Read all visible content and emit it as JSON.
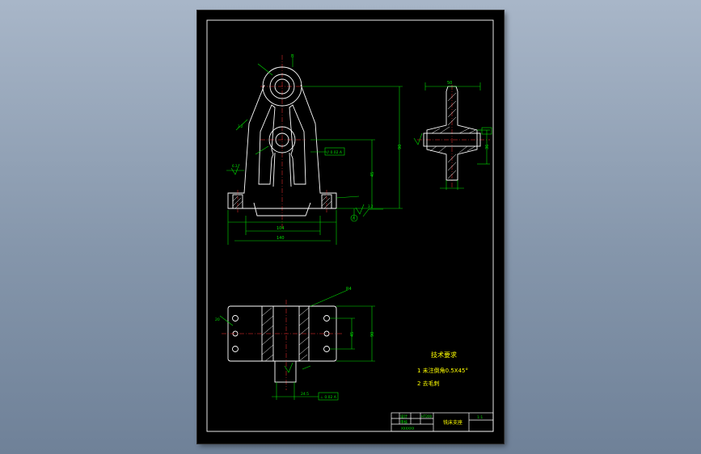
{
  "canvas": {
    "background_gradient": [
      "#a8b6c8",
      "#6f8198"
    ],
    "paper_color": "#000000"
  },
  "colors": {
    "frame": "#ffffff",
    "geometry": "#ffffff",
    "dimension": "#00e000",
    "notes": "#ffff00",
    "center_line": "#ff3030",
    "hatch": "#ffffff"
  },
  "front_view": {
    "tag_top": "B",
    "dim_overall_height": "90",
    "dim_lower_height": "45",
    "dim_base_width": "104",
    "dim_slot_width": "140",
    "datum": "A",
    "roughness_left": "6.3",
    "roughness_mid": "3.2",
    "roughness_right": "3.2",
    "tolerance_frame": "// 0.02 A"
  },
  "side_view": {
    "dim_top": "50",
    "dim_right": "36"
  },
  "top_view": {
    "dim_top_label": "R4",
    "dim_left": "20",
    "dim_right_a": "45",
    "dim_right_b": "90",
    "dim_bottom": "24.5",
    "tolerance_frame": "⊥ 0.02 A"
  },
  "notes": {
    "heading": "技术要求",
    "line1": "1  未注倒角0.5X45°",
    "line2": "2  去毛刺"
  },
  "title_block": {
    "part_name": "铣床支座",
    "scale": "1:1",
    "row_a": "设计",
    "row_b": "审核",
    "material": "HT200",
    "school_line": "XXXXXX"
  }
}
